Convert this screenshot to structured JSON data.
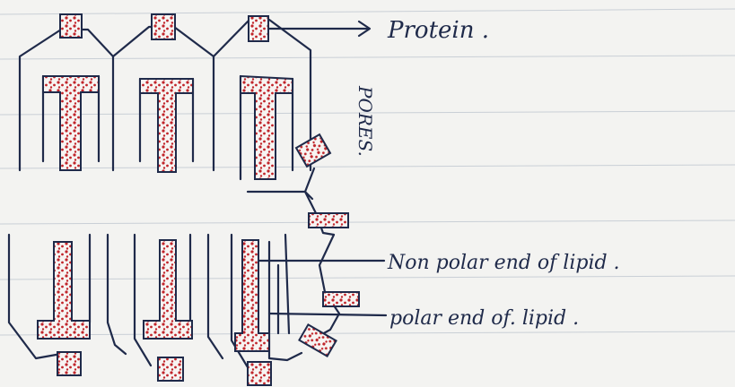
{
  "labels": {
    "protein": "Protein .",
    "pores": "PORES.",
    "non_polar": "Non polar end of lipid .",
    "polar": "polar end of. lipid ."
  },
  "colors": {
    "ink": "#1f2a4a",
    "dots": "#c0242a",
    "paper": "#f3f3f1",
    "rule": "#c9cfd6"
  }
}
